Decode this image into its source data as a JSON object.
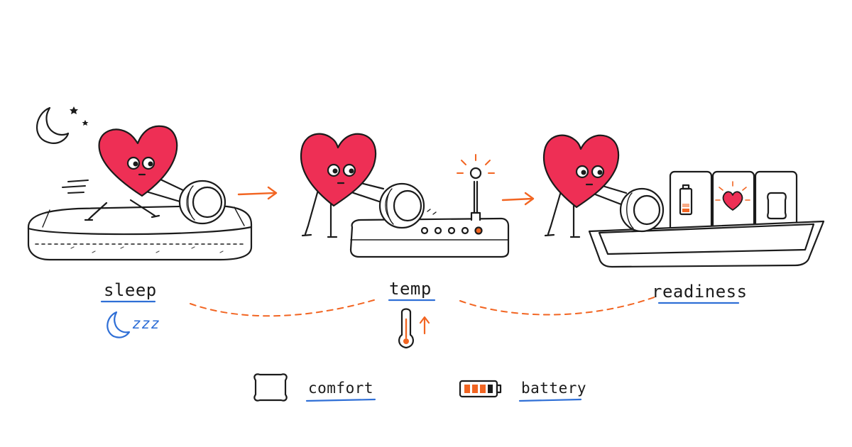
{
  "labels": {
    "sleep": "sleep",
    "temp": "temp",
    "readiness": "readiness",
    "zzz": "zzz"
  },
  "legend": {
    "comfort": "comfort",
    "battery": "battery"
  },
  "colors": {
    "heart": "#ee2f55",
    "ink": "#1b1b1b",
    "accent_orange": "#f26522",
    "accent_blue": "#2f6fd6"
  },
  "icons": [
    "moon-icon",
    "star-icon",
    "ring-icon",
    "arrow-right-icon",
    "thermometer-icon",
    "arrow-up-icon",
    "pillow-icon",
    "battery-icon",
    "heart-icon"
  ]
}
